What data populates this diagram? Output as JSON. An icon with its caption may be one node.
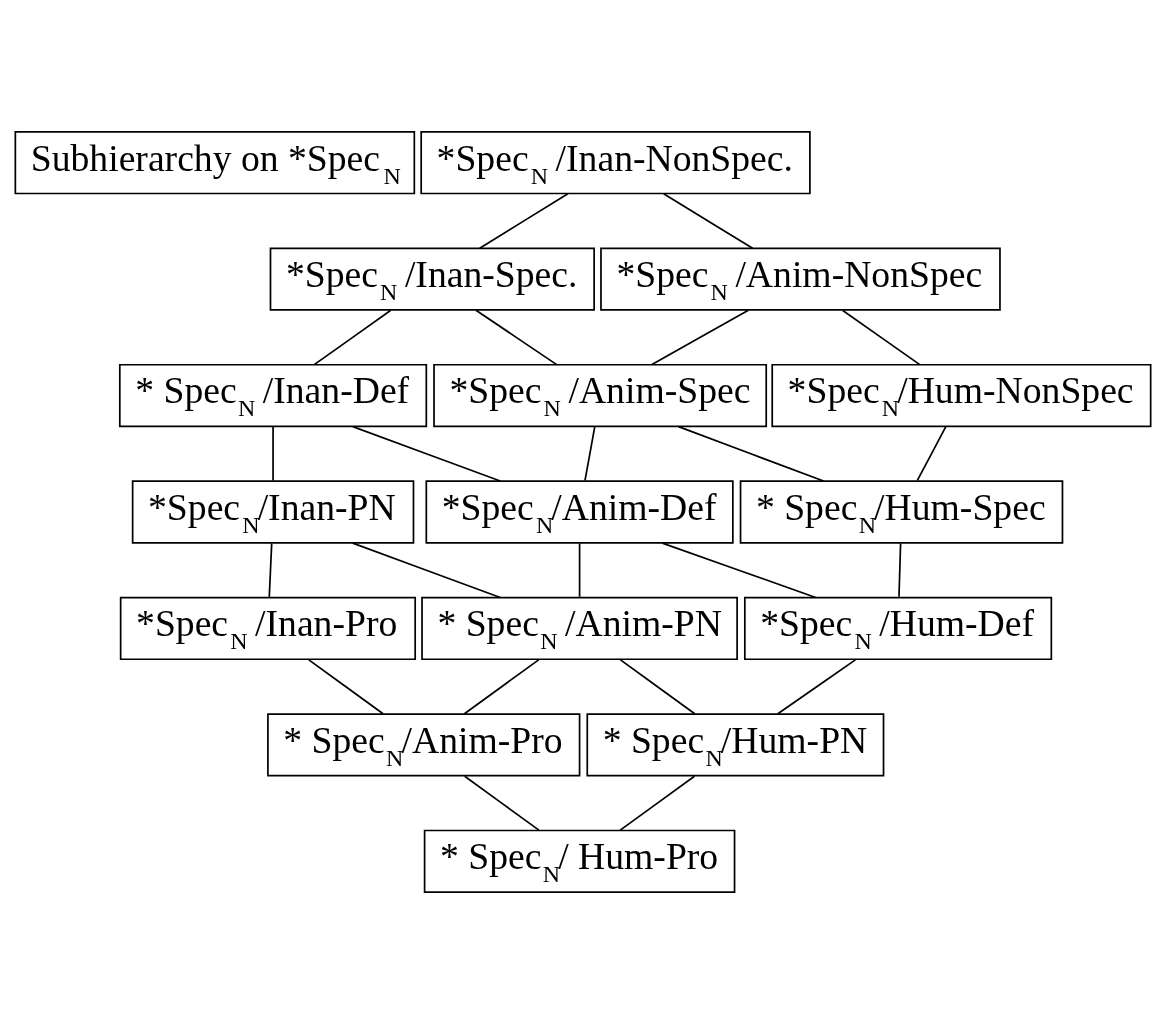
{
  "diagram": {
    "nodes": [
      {
        "text": [
          "Subhierarchy on *Spec$_{N}$"
        ]
      },
      {
        "text": [
          "*Spec$_{N}$ /Inan-NonSpec."
        ]
      },
      {
        "text": [
          "*Spec$_{N}$ /Inan-Spec."
        ]
      },
      {
        "text": [
          "*Spec$_{N}$ /Anim-NonSpec"
        ]
      },
      {
        "text": [
          "* Spec$_{N}$ /Inan-Def"
        ]
      },
      {
        "text": [
          "*Spec$_{N}$ /Anim-Spec"
        ]
      },
      {
        "text": [
          "*Spec$_{N}$/Hum-NonSpec"
        ]
      },
      {
        "text": [
          "*Spec$_{N}$/Inan-PN"
        ]
      },
      {
        "text": [
          "*Spec$_{N}$/Anim-Def"
        ]
      },
      {
        "text": [
          "* Spec$_{N}$/Hum-Spec"
        ]
      },
      {
        "text": [
          "*Spec$_{N}$ /Inan-Pro"
        ]
      },
      {
        "text": [
          "* Spec$_{N}$ /Anim-PN"
        ]
      },
      {
        "text": [
          "*Spec$_{N}$ /Hum-Def"
        ]
      },
      {
        "text": [
          "* Spec$_{N}$/Anim-Pro"
        ]
      },
      {
        "text": [
          "* Spec$_{N}$/Hum-PN"
        ]
      },
      {
        "text": [
          "* Spec$_{N}$/ Hum-Pro"
        ]
      }
    ],
    "edges": [
      {
        "from": 1,
        "to": 2,
        "arrow": "none"
      },
      {
        "from": 1,
        "to": 3,
        "arrow": "none"
      },
      {
        "from": 2,
        "to": 4,
        "arrow": "none"
      },
      {
        "from": 2,
        "to": 5,
        "arrow": "none"
      },
      {
        "from": 3,
        "to": 5,
        "arrow": "none"
      },
      {
        "from": 3,
        "to": 6,
        "arrow": "none"
      },
      {
        "from": 4,
        "to": 7,
        "arrow": "none"
      },
      {
        "from": 4,
        "to": 8,
        "arrow": "none"
      },
      {
        "from": 5,
        "to": 8,
        "arrow": "none"
      },
      {
        "from": 5,
        "to": 9,
        "arrow": "none"
      },
      {
        "from": 6,
        "to": 9,
        "arrow": "none"
      },
      {
        "from": 7,
        "to": 10,
        "arrow": "none"
      },
      {
        "from": 7,
        "to": 11,
        "arrow": "none"
      },
      {
        "from": 8,
        "to": 11,
        "arrow": "none"
      },
      {
        "from": 8,
        "to": 12,
        "arrow": "none"
      },
      {
        "from": 9,
        "to": 12,
        "arrow": "none"
      },
      {
        "from": 10,
        "to": 13,
        "arrow": "none"
      },
      {
        "from": 11,
        "to": 13,
        "arrow": "none"
      },
      {
        "from": 11,
        "to": 14,
        "arrow": "none"
      },
      {
        "from": 12,
        "to": 14,
        "arrow": "none"
      },
      {
        "from": 13,
        "to": 15,
        "arrow": "none"
      },
      {
        "from": 14,
        "to": 15,
        "arrow": "none"
      }
    ]
  }
}
